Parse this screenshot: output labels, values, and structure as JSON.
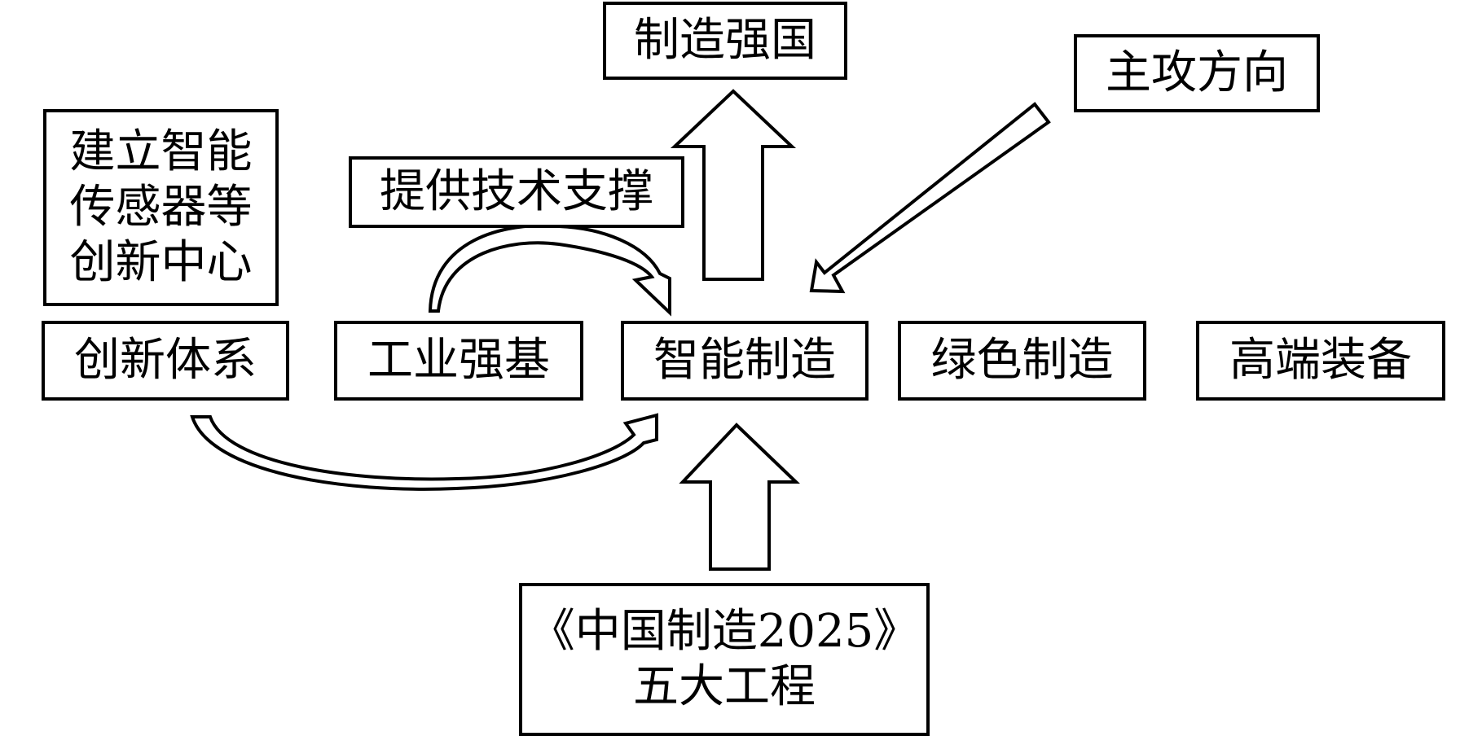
{
  "boxes": {
    "strong_nation": "制造强国",
    "main_direction": "主攻方向",
    "innovation_center": "建立智能\n传感器等\n创新中心",
    "tech_support": "提供技术支撑",
    "innovation_system": "创新体系",
    "industrial_base": "工业强基",
    "intelligent_manufacturing": "智能制造",
    "green_manufacturing": "绿色制造",
    "high_end_equipment": "高端装备",
    "five_projects": "《中国制造2025》\n五大工程"
  }
}
